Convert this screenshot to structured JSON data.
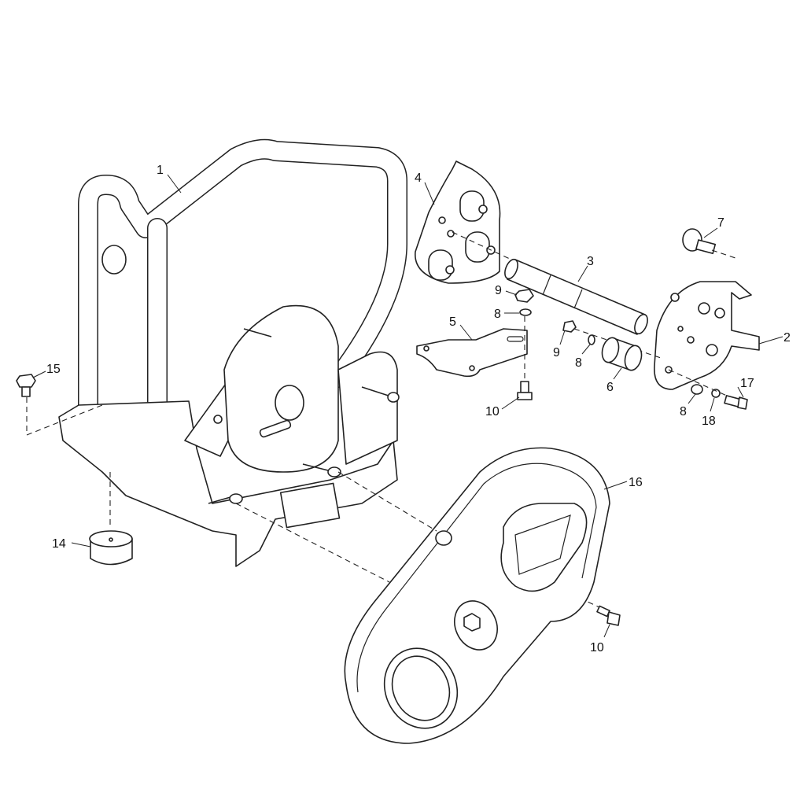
{
  "callouts": {
    "c1": "1",
    "c2": "2",
    "c3": "3",
    "c4": "4",
    "c5": "5",
    "c6": "6",
    "c7": "7",
    "c8a": "8",
    "c8b": "8",
    "c8c": "8",
    "c9a": "9",
    "c9b": "9",
    "c10a": "10",
    "c10b": "10",
    "c14": "14",
    "c15": "15",
    "c16": "16",
    "c17": "17",
    "c18": "18"
  }
}
